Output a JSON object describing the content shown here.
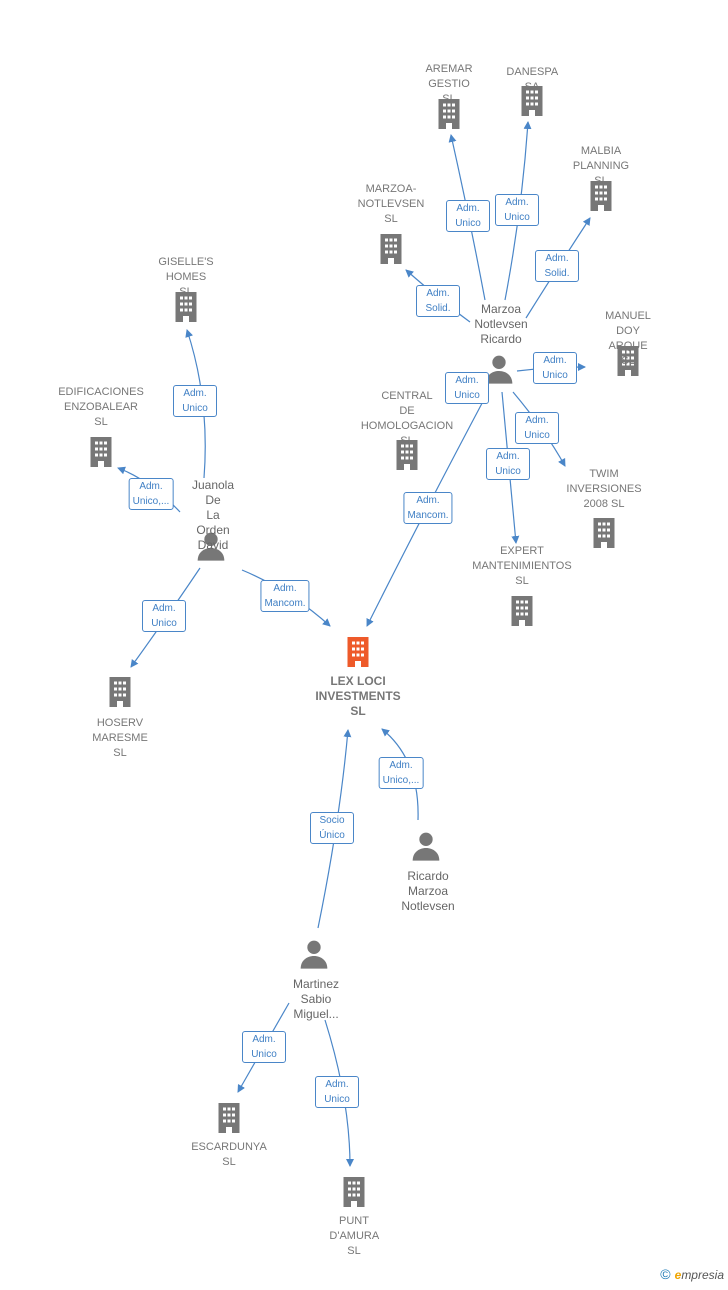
{
  "colors": {
    "company": "#777777",
    "main_company": "#ee5a2a",
    "person": "#777777",
    "edge": "#4a86c8"
  },
  "nodes": [
    {
      "id": "aremar",
      "type": "company",
      "label": "AREMAR\nGESTIO  SL"
    },
    {
      "id": "danespa",
      "type": "company",
      "label": "DANESPA SA"
    },
    {
      "id": "malbia",
      "type": "company",
      "label": "MALBIA\nPLANNING SL"
    },
    {
      "id": "marzoa_notlevsen_sl",
      "type": "company",
      "label": "MARZOA-\nNOTLEVSEN\nSL"
    },
    {
      "id": "giselles",
      "type": "company",
      "label": "GISELLE'S\nHOMES  SL"
    },
    {
      "id": "manuel",
      "type": "company",
      "label": "MANUEL\nDOY ARQUE SL"
    },
    {
      "id": "edificaciones",
      "type": "company",
      "label": "EDIFICACIONES\nENZOBALEAR\nSL"
    },
    {
      "id": "central",
      "type": "company",
      "label": "CENTRAL\nDE\nHOMOLOGACION SL"
    },
    {
      "id": "twim",
      "type": "company",
      "label": "TWIM\nINVERSIONES\n2008 SL"
    },
    {
      "id": "expert",
      "type": "company",
      "label": "EXPERT\nMANTENIMIENTOS\nSL"
    },
    {
      "id": "lexloci",
      "type": "main",
      "label": "LEX LOCI\nINVESTMENTS\nSL"
    },
    {
      "id": "hoserv",
      "type": "company",
      "label": "HOSERV\nMARESME SL"
    },
    {
      "id": "escardunya",
      "type": "company",
      "label": "ESCARDUNYA\nSL"
    },
    {
      "id": "punt",
      "type": "company",
      "label": "PUNT\nD'AMURA  SL"
    },
    {
      "id": "marzoa_ricardo",
      "type": "person",
      "label": "Marzoa\nNotlevsen\nRicardo"
    },
    {
      "id": "juanola",
      "type": "person",
      "label": "Juanola De\nLa Orden\nDavid"
    },
    {
      "id": "ricardo_marzoa",
      "type": "person",
      "label": "Ricardo\nMarzoa\nNotlevsen"
    },
    {
      "id": "martinez",
      "type": "person",
      "label": "Martinez\nSabio\nMiguel..."
    }
  ],
  "edges": [
    {
      "from": "marzoa_ricardo",
      "to": "aremar",
      "label": "Adm.\nUnico"
    },
    {
      "from": "marzoa_ricardo",
      "to": "danespa",
      "label": "Adm.\nUnico"
    },
    {
      "from": "marzoa_ricardo",
      "to": "malbia",
      "label": "Adm.\nSolid."
    },
    {
      "from": "marzoa_ricardo",
      "to": "marzoa_notlevsen_sl",
      "label": "Adm.\nSolid."
    },
    {
      "from": "marzoa_ricardo",
      "to": "manuel",
      "label": "Adm.\nUnico"
    },
    {
      "from": "marzoa_ricardo",
      "to": "twim",
      "label": "Adm.\nUnico"
    },
    {
      "from": "marzoa_ricardo",
      "to": "expert",
      "label": "Adm.\nUnico"
    },
    {
      "from": "marzoa_ricardo",
      "to": "central",
      "label": "Adm.\nUnico"
    },
    {
      "from": "marzoa_ricardo",
      "to": "lexloci",
      "label": "Adm.\nMancom."
    },
    {
      "from": "juanola",
      "to": "giselles",
      "label": "Adm.\nUnico"
    },
    {
      "from": "juanola",
      "to": "edificaciones",
      "label": "Adm.\nUnico,..."
    },
    {
      "from": "juanola",
      "to": "hoserv",
      "label": "Adm.\nUnico"
    },
    {
      "from": "juanola",
      "to": "lexloci",
      "label": "Adm.\nMancom."
    },
    {
      "from": "ricardo_marzoa",
      "to": "lexloci",
      "label": "Adm.\nUnico,..."
    },
    {
      "from": "martinez",
      "to": "lexloci",
      "label": "Socio\nÚnico"
    },
    {
      "from": "martinez",
      "to": "escardunya",
      "label": "Adm.\nUnico"
    },
    {
      "from": "martinez",
      "to": "punt",
      "label": "Adm.\nUnico"
    }
  ],
  "footer": {
    "copyright": "©",
    "brand_initial": "e",
    "brand_rest": "mpresia"
  }
}
